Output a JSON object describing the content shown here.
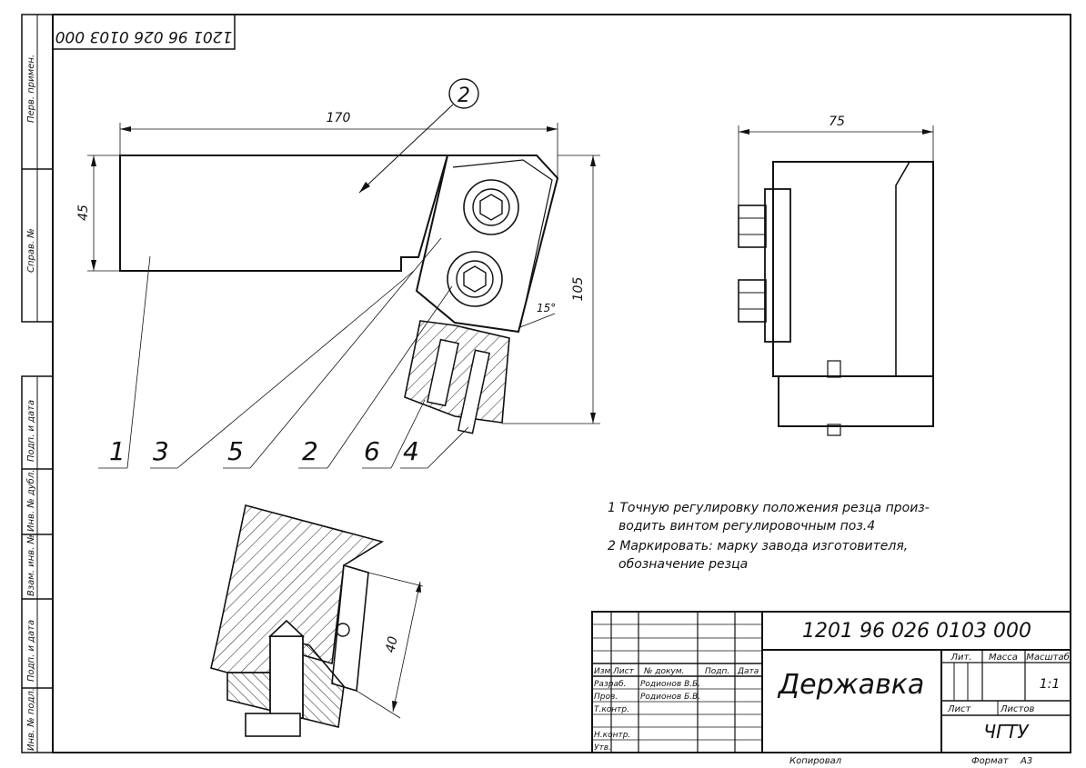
{
  "sheet": {
    "top_code_rotated": "1201 96 026 0103 000",
    "side_labels": [
      "Перв. примен.",
      "Справ. №",
      "Подп. и дата",
      "Инв. № дубл.",
      "Взам. инв. №",
      "Подп. и дата",
      "Инв. № подл."
    ]
  },
  "views": {
    "main": {
      "dim_length": "170",
      "dim_height": "45",
      "dim_vertical": "105",
      "dim_angle": "15°",
      "balloon": "2",
      "leaders": [
        "1",
        "3",
        "5",
        "2",
        "6",
        "4"
      ]
    },
    "side": {
      "dim_width": "75"
    },
    "detail": {
      "dim": "40"
    }
  },
  "notes": [
    "1 Точную регулировку положения резца произ-",
    "водить винтом регулировочным поз.4",
    "2 Маркировать: марку завода изготовителя,",
    "обозначение резца"
  ],
  "title_block": {
    "designation": "1201 96 026 0103 000",
    "name": "Державка",
    "col_izm": "Изм.",
    "col_list": "Лист",
    "col_doc": "№ докум.",
    "col_podp": "Подп.",
    "col_data": "Дата",
    "row_razrab": "Разраб.",
    "row_prov": "Пров.",
    "row_tkontr": "Т.контр.",
    "row_nkontr": "Н.контр.",
    "row_utv": "Утв.",
    "razrab_name": "Родионов В.Б.",
    "prov_name": "Родионов Б.В.",
    "lit_label": "Лит.",
    "mass_label": "Масса",
    "scale_label": "Масштаб",
    "scale_value": "1:1",
    "sheet_label": "Лист",
    "sheets_label": "Листов",
    "org": "ЧГТУ",
    "copied": "Копировал",
    "format_label": "Формат",
    "format_value": "А3"
  }
}
